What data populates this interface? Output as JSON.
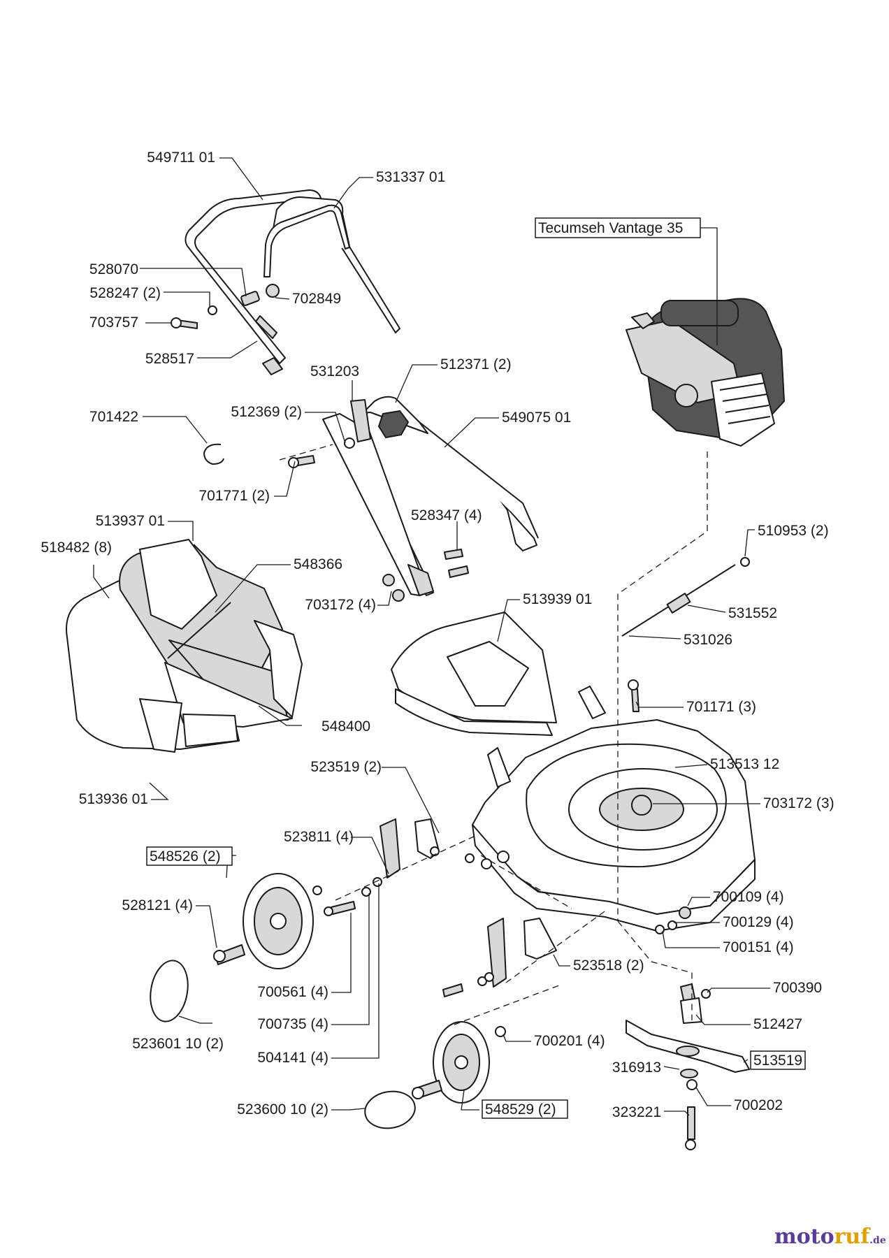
{
  "diagram": {
    "parts": {
      "p549711": "549711 01",
      "p531337": "531337 01",
      "engine": "Tecumseh Vantage 35",
      "p528070": "528070",
      "p528247": "528247 (2)",
      "p702849": "702849",
      "p703757": "703757",
      "p528517": "528517",
      "p531203": "531203",
      "p512371": "512371 (2)",
      "p701422": "701422",
      "p512369": "512369 (2)",
      "p549075": "549075 01",
      "p701771": "701771 (2)",
      "p513937": "513937 01",
      "p528347": "528347 (4)",
      "p510953": "510953 (2)",
      "p518482": "518482 (8)",
      "p548366": "548366",
      "p703172_4": "703172 (4)",
      "p513939": "513939 01",
      "p531552": "531552",
      "p531026": "531026",
      "p548400": "548400",
      "p701171": "701171 (3)",
      "p523519": "523519 (2)",
      "p513513": "513513 12",
      "p513936": "513936 01",
      "p703172_3": "703172 (3)",
      "p523811": "523811 (4)",
      "p548526": "548526 (2)",
      "p700109": "700109 (4)",
      "p528121": "528121 (4)",
      "p700129": "700129 (4)",
      "p700151": "700151 (4)",
      "p523518": "523518 (2)",
      "p700561": "700561 (4)",
      "p700390": "700390",
      "p523601": "523601 10 (2)",
      "p700735": "700735 (4)",
      "p512427": "512427",
      "p700201": "700201 (4)",
      "p504141": "504141 (4)",
      "p513519": "513519",
      "p316913": "316913",
      "p523600": "523600 10 (2)",
      "p548529": "548529 (2)",
      "p700202": "700202",
      "p323221": "323221"
    }
  },
  "watermark": {
    "part1": "moto",
    "part2": "ruf",
    "part3": ".de"
  }
}
